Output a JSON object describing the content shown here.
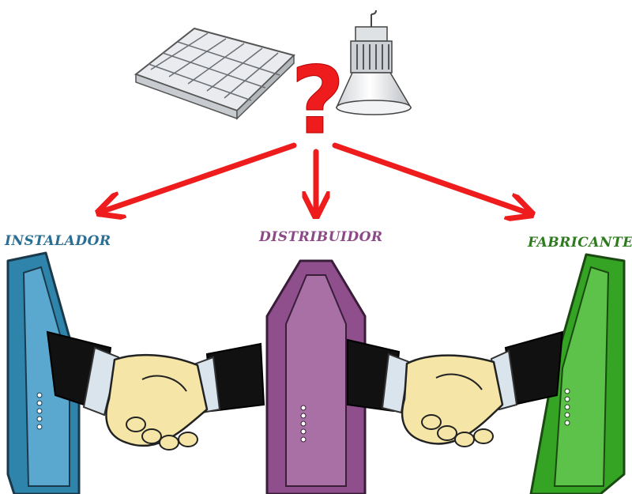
{
  "question_mark": "?",
  "roles": {
    "installer": {
      "label": "INSTALADOR",
      "color": "#2A6E93"
    },
    "distributor": {
      "label": "DISTRIBUIDOR",
      "color": "#8B4A86"
    },
    "manufacturer": {
      "label": "FABRICANTE",
      "color": "#2E7A1E"
    }
  },
  "colors": {
    "arrow": "#EE1C1C",
    "question_mark": "#EE1C1C",
    "monitor_blue": "#2F84AC",
    "monitor_purple": "#8E4F8C",
    "monitor_green": "#35A324",
    "skin": "#F5E6A8",
    "sleeve": "#111111",
    "cuff": "#D9E4EC"
  },
  "icons": [
    "ceiling-light-fixture-icon",
    "highbay-lamp-icon",
    "handshake-icon",
    "monitor-icon"
  ]
}
